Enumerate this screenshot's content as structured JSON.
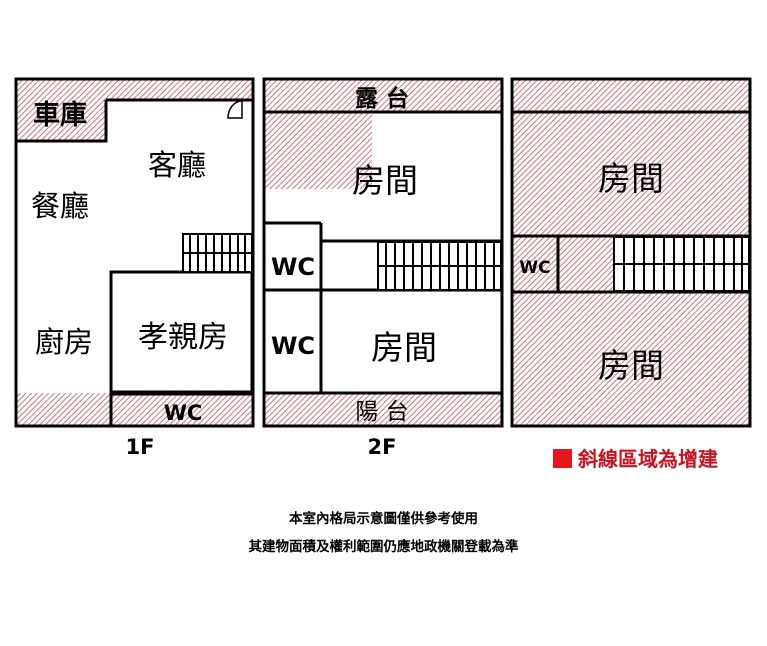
{
  "floors": [
    {
      "name": "1F",
      "rooms": [
        "車庫",
        "客廳",
        "餐廳",
        "廚房",
        "孝親房",
        "WC"
      ]
    },
    {
      "name": "2F",
      "rooms": [
        "露 台",
        "房間",
        "WC",
        "WC",
        "房間",
        "陽 台"
      ]
    },
    {
      "name": "",
      "rooms": [
        "房間",
        "WC",
        "房間"
      ]
    }
  ],
  "legend": {
    "text": "斜線區域為增建",
    "color": "#e8141e"
  },
  "notes": [
    "本室內格局示意圖僅供參考使用",
    "其建物面積及權利範圍仍應地政機關登載為準"
  ],
  "colors": {
    "hatch": "#c0505a",
    "wall": "#000000"
  }
}
